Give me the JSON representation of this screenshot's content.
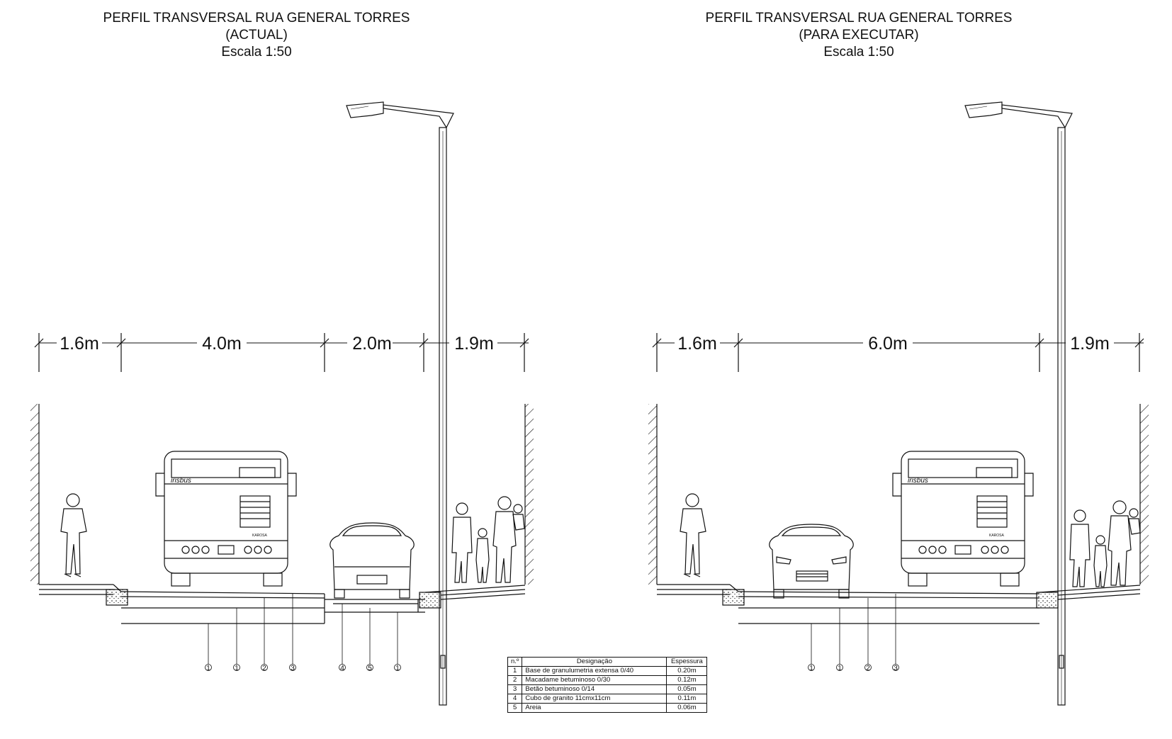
{
  "sections": [
    {
      "title_line1": "PERFIL TRANSVERSAL RUA GENERAL TORRES",
      "title_line2": "(ACTUAL)",
      "scale": "Escala 1:50",
      "widths": [
        "1.6m",
        "4.0m",
        "2.0m",
        "1.9m"
      ],
      "layer_callouts": [
        "1",
        "1",
        "2",
        "3",
        "4",
        "5",
        "1"
      ]
    },
    {
      "title_line1": "PERFIL TRANSVERSAL RUA GENERAL TORRES",
      "title_line2": "(PARA EXECUTAR)",
      "scale": "Escala 1:50",
      "widths": [
        "1.6m",
        "6.0m",
        "1.9m"
      ],
      "layer_callouts": [
        "1",
        "1",
        "2",
        "3"
      ]
    }
  ],
  "vehicle_labels": {
    "bus_brand": "irisbus",
    "bus_maker": "KAROSA"
  },
  "legend": {
    "headers": [
      "n.º",
      "Designação",
      "Espessura"
    ],
    "rows": [
      {
        "n": "1",
        "designation": "Base de granulumetria extensa 0/40",
        "thickness": "0.20m"
      },
      {
        "n": "2",
        "designation": "Macadame betuminoso 0/30",
        "thickness": "0.12m"
      },
      {
        "n": "3",
        "designation": "Betão betuminoso 0/14",
        "thickness": "0.05m"
      },
      {
        "n": "4",
        "designation": "Cubo de granito 11cmx11cm",
        "thickness": "0.11m"
      },
      {
        "n": "5",
        "designation": "Areia",
        "thickness": "0.06m"
      }
    ]
  }
}
